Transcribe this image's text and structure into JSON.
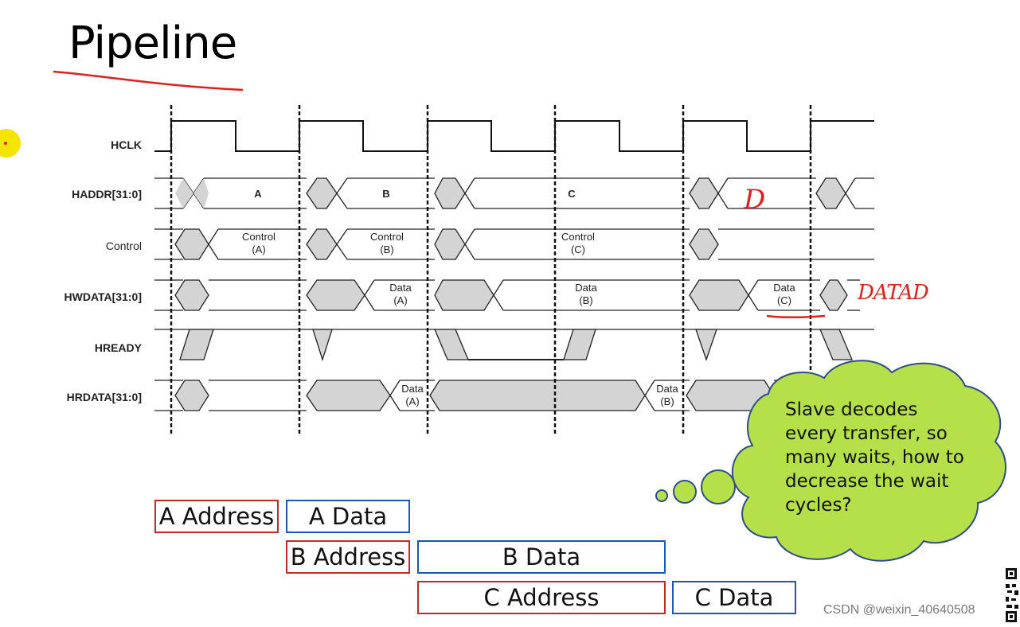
{
  "title": "Pipeline",
  "signals": {
    "hclk": "HCLK",
    "haddr": "HADDR[31:0]",
    "control": "Control",
    "hwdata": "HWDATA[31:0]",
    "hready": "HREADY",
    "hrdata": "HRDATA[31:0]"
  },
  "waveform_labels": {
    "haddr_a": "A",
    "haddr_b": "B",
    "haddr_c": "C",
    "control_word": "Control",
    "control_a": "(A)",
    "control_b": "(B)",
    "control_c": "(C)",
    "data_word": "Data",
    "data_a": "(A)",
    "data_b": "(B)",
    "data_c": "(C)"
  },
  "annotations": {
    "handwritten_d": "D",
    "handwritten_data": "DATAD"
  },
  "pipeline_boxes": {
    "a_address": "A Address",
    "a_data": "A Data",
    "b_address": "B Address",
    "b_data": "B Data",
    "c_address": "C Address",
    "c_data": "C Data"
  },
  "callout": "Slave decodes every transfer, so many waits, how to decrease the wait cycles?",
  "watermark": "CSDN @weixin_40640508",
  "colors": {
    "address_box": "#c62828",
    "data_box": "#1e56b8",
    "cloud": "#b5e04a",
    "bus_fill": "#d4d4d4",
    "annotation": "#e02020",
    "cursor": "#f5e400"
  }
}
